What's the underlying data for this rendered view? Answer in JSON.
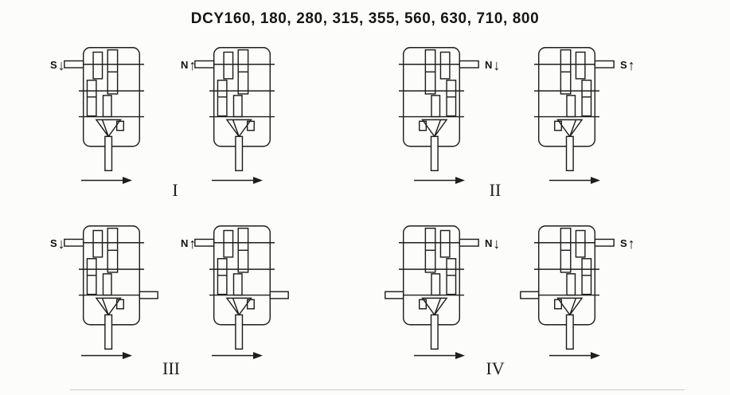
{
  "title": "DCY160, 180, 280, 315, 355, 560, 630, 710, 800",
  "groups": [
    {
      "label": "I"
    },
    {
      "label": "II"
    },
    {
      "label": "III"
    },
    {
      "label": "IV"
    }
  ],
  "units": [
    {
      "input": "S",
      "input_arrow": "↓",
      "input_side": "left",
      "output_arrow_direction": "right"
    },
    {
      "input": "N",
      "input_arrow": "↑",
      "input_side": "left",
      "output_arrow_direction": "right"
    },
    {
      "input": "N",
      "input_arrow": "↓",
      "input_side": "right",
      "output_arrow_direction": "right"
    },
    {
      "input": "S",
      "input_arrow": "↑",
      "input_side": "right",
      "output_arrow_direction": "right"
    },
    {
      "input": "S",
      "input_arrow": "↓",
      "input_side": "left",
      "output_arrow_direction": "right"
    },
    {
      "input": "N",
      "input_arrow": "↑",
      "input_side": "left",
      "output_arrow_direction": "right"
    },
    {
      "input": "N",
      "input_arrow": "↓",
      "input_side": "right",
      "output_arrow_direction": "right"
    },
    {
      "input": "S",
      "input_arrow": "↑",
      "input_side": "right",
      "output_arrow_direction": "right"
    }
  ]
}
